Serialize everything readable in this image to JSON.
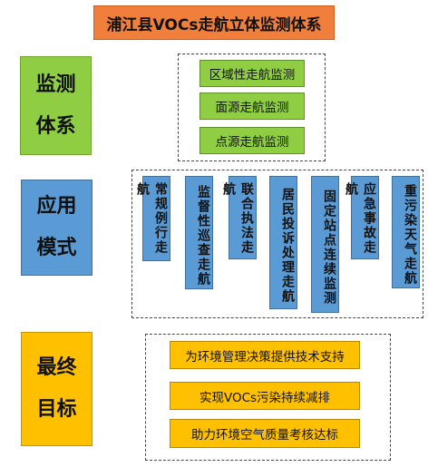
{
  "title": "浦江县VOCs走航立体监测体系",
  "categories": [
    {
      "line1": "监测",
      "line2": "体系"
    },
    {
      "line1": "应用",
      "line2": "模式"
    },
    {
      "line1": "最终",
      "line2": "目标"
    }
  ],
  "monitoring_system": [
    "区域性走航监测",
    "面源走航监测",
    "点源走航监测"
  ],
  "application_modes": [
    "常规例行走航",
    "监督性巡查走航",
    "联合执法走航",
    "居民投诉处理走航",
    "固定站点连续监测",
    "应急事故走航",
    "重污染天气走航"
  ],
  "goals": [
    "为环境管理决策提供技术支持",
    "实现VOCs污染持续减排",
    "助力环境空气质量考核达标"
  ]
}
